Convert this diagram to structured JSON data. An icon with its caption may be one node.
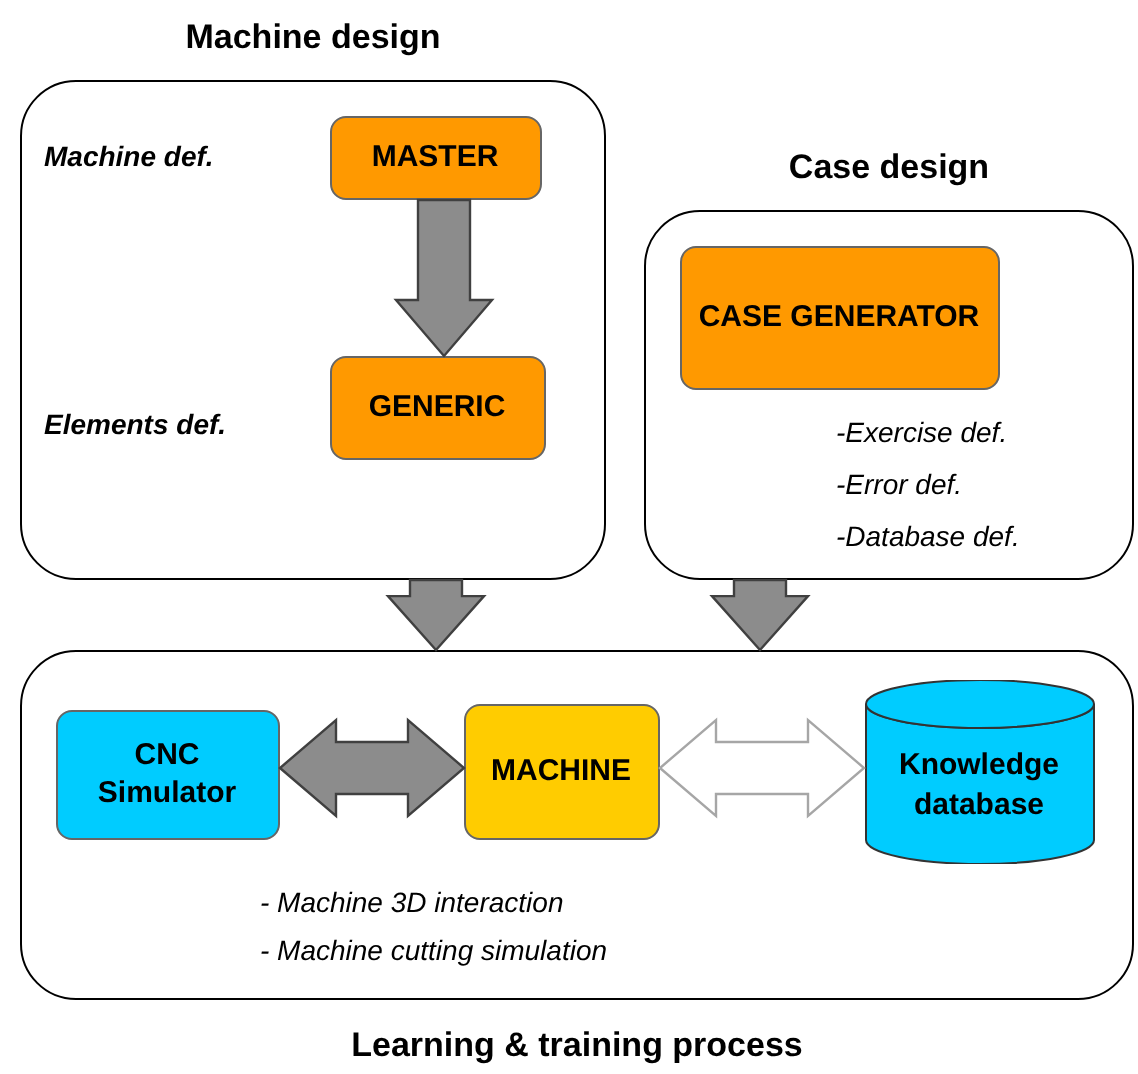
{
  "diagram": {
    "nodes": [
      {
        "text": [
          "Machine design"
        ]
      },
      {
        "text": [
          "MASTER"
        ],
        "in": 0
      },
      {
        "text": [
          "GENERIC"
        ],
        "in": 0,
        "beside": [
          "Elements def."
        ]
      },
      {
        "text": [
          "Case design"
        ]
      },
      {
        "text": [
          "CASE GENERATOR"
        ],
        "in": 3,
        "beside": [
          "-Exercise def.",
          "-Error def.",
          "-Database def."
        ]
      },
      {
        "text": [
          "Learning & training process"
        ]
      },
      {
        "text": [
          "CNC Simulator"
        ],
        "in": 5
      },
      {
        "text": [
          "MACHINE"
        ],
        "in": 5,
        "beside": [
          "- Machine 3D interaction",
          "- Machine cutting simulation"
        ]
      },
      {
        "text": [
          "Knowledge database"
        ],
        "in": 5
      }
    ],
    "edges": [
      {
        "from": 1,
        "to": 2,
        "arrow": "to"
      },
      {
        "from": 0,
        "to": 5,
        "arrow": "to"
      },
      {
        "from": 3,
        "to": 5,
        "arrow": "to"
      },
      {
        "from": 6,
        "to": 7,
        "arrow": "both"
      },
      {
        "from": 7,
        "to": 8,
        "arrow": "both",
        "color": "#a6a6a6"
      }
    ],
    "labels": [
      "Machine def."
    ]
  }
}
